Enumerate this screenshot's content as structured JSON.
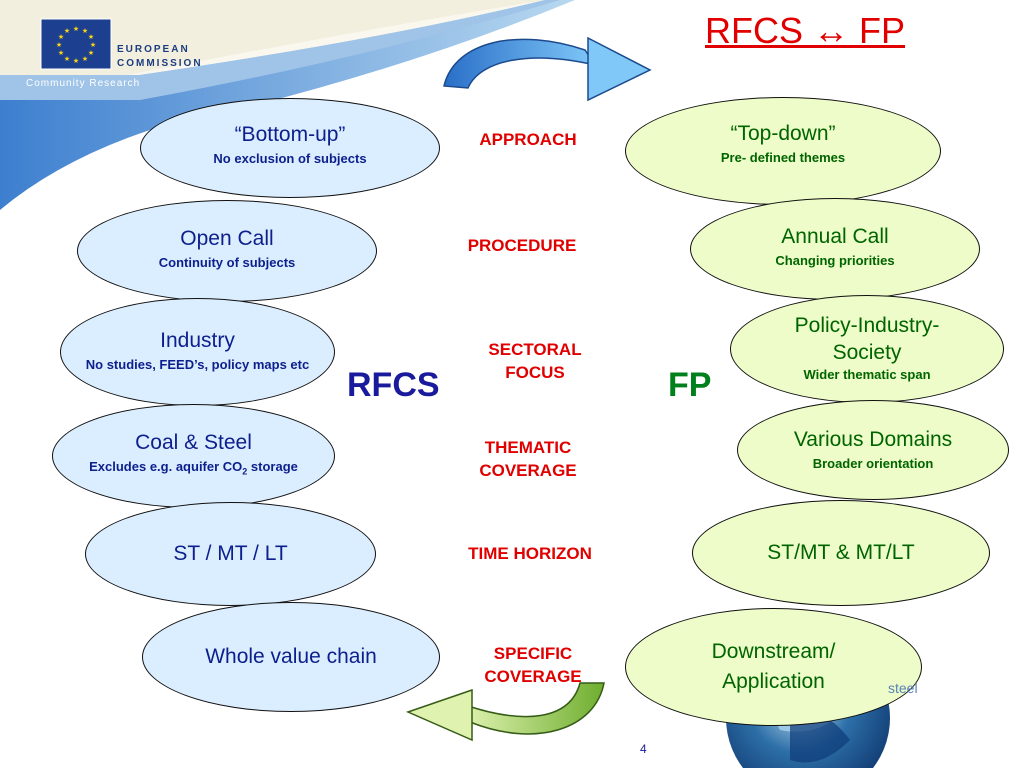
{
  "header": {
    "logo_line1": "EUROPEAN",
    "logo_line2": "COMMISSION",
    "community": "Community Research",
    "title": "RFCS ↔ FP"
  },
  "left_column": [
    {
      "title": "“Bottom-up”",
      "sub": "No exclusion of subjects"
    },
    {
      "title": "Open Call",
      "sub": "Continuity of subjects"
    },
    {
      "title": "Industry",
      "sub": "No studies, FEED’s, policy maps etc"
    },
    {
      "title": "Coal & Steel",
      "sub_pre": "Excludes e.g. aquifer CO",
      "sub_subscript": "2",
      "sub_post": " storage"
    },
    {
      "title": "ST / MT / LT"
    },
    {
      "title": "Whole value chain"
    }
  ],
  "right_column": [
    {
      "title": "“Top-down”",
      "sub": "Pre- defined themes"
    },
    {
      "title": "Annual Call",
      "sub": "Changing priorities"
    },
    {
      "title_line1": "Policy-Industry-",
      "title_line2": "Society",
      "sub": "Wider thematic span"
    },
    {
      "title": "Various Domains",
      "sub": "Broader orientation"
    },
    {
      "title": "ST/MT & MT/LT"
    },
    {
      "title_line1": "Downstream/",
      "title_line2": "Application"
    }
  ],
  "middle": [
    {
      "line1": "APPROACH"
    },
    {
      "line1": "PROCEDURE"
    },
    {
      "line1": "SECTORAL",
      "line2": "FOCUS"
    },
    {
      "line1": "THEMATIC",
      "line2": "COVERAGE"
    },
    {
      "line1": "TIME HORIZON"
    },
    {
      "line1": "SPECIFIC",
      "line2": "COVERAGE"
    }
  ],
  "labels": {
    "left": "RFCS",
    "right": "FP"
  },
  "footer": {
    "steel_text": "steel",
    "page_number": "4"
  },
  "colors": {
    "blue_fill": "#dbeeff",
    "green_fill": "#edfcc8",
    "red_text": "#e00000",
    "navy_text": "#1a1a9c",
    "green_text": "#00801c"
  }
}
